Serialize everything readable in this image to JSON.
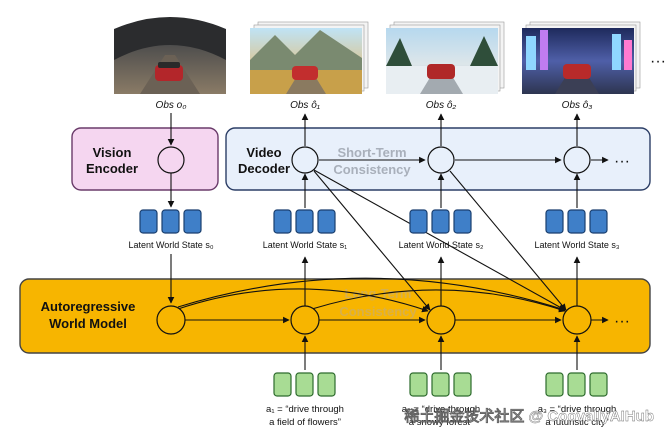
{
  "modules": {
    "vision_encoder": [
      "Vision",
      "Encoder"
    ],
    "video_decoder": [
      "Video",
      "Decoder"
    ],
    "world_model": [
      "Autoregressive",
      "World Model"
    ]
  },
  "consistency": {
    "short_term": [
      "Short-Term",
      "Consistency"
    ],
    "long_term": [
      "Long-Term",
      "Consistency"
    ]
  },
  "observations": [
    {
      "label": "Obs o₀"
    },
    {
      "label": "Obs ô₁"
    },
    {
      "label": "Obs ô₂"
    },
    {
      "label": "Obs ô₃"
    }
  ],
  "latent_states": [
    "Latent World State s₀",
    "Latent World State s₁",
    "Latent World State s₂",
    "Latent World State s₃"
  ],
  "actions": [
    [
      "a₁ = “drive through",
      "a field of flowers”"
    ],
    [
      "a₂ = “drive through",
      "a snowy forest”"
    ],
    [
      "a₃ = “drive through",
      "a futuristic city”"
    ]
  ],
  "ellipsis": "···",
  "watermark": "稀土掘金技术社区 @ CoovallyAIHub",
  "colors": {
    "encoder_fill": "#f5d6f0",
    "encoder_border": "#6a3b6a",
    "decoder_fill": "#e8f0fb",
    "decoder_border": "#2c3e66",
    "world_fill": "#f7b500",
    "world_border": "#444444",
    "latent_fill": "#3f7fc8",
    "latent_border": "#1a3f6f",
    "action_fill": "#a8dc94",
    "action_border": "#2d6b2d"
  }
}
